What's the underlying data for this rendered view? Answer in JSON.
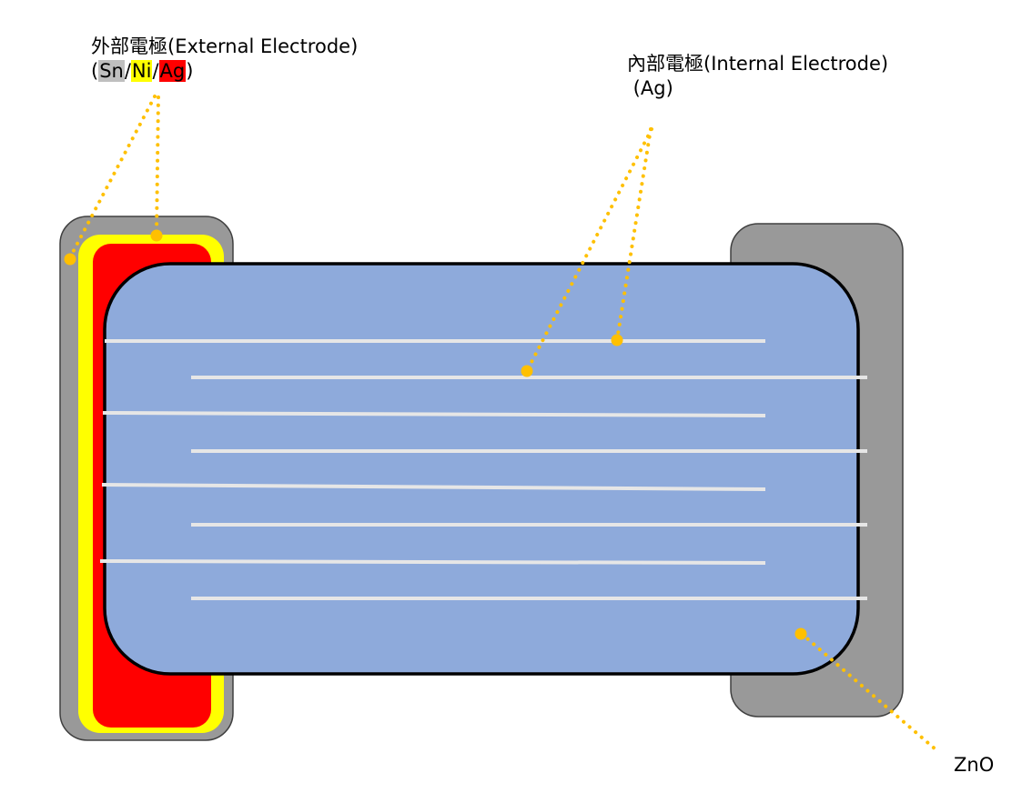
{
  "title": "Multilayer Varistor Cross-Section",
  "colors": {
    "background": "#ffffff",
    "tin_sn": "#999999",
    "nickel_ni": "#ffff00",
    "silver_ag": "#ff0000",
    "zno_body": "#8eaadb",
    "internal_electrode": "#e6e6e6",
    "leader_line": "#ffc000",
    "outline": "#000000",
    "sn_highlight": "#bfbfbf"
  },
  "labels": {
    "external_electrode": {
      "title": "外部電極(External Electrode)",
      "open_paren": "(",
      "materials": [
        {
          "name": "Sn",
          "highlight": "#bfbfbf"
        },
        {
          "name": "Ni",
          "highlight": "#ffff00"
        },
        {
          "name": "Ag",
          "highlight": "#ff0000"
        }
      ],
      "separator": "/",
      "close_paren": ")"
    },
    "internal_electrode": {
      "title": "內部電極(Internal Electrode)",
      "material": " (Ag)"
    },
    "body": {
      "material": "ZnO"
    }
  },
  "structure": {
    "internal_electrode_count": 8,
    "left_connected_electrodes": 4,
    "right_connected_electrodes": 4
  }
}
